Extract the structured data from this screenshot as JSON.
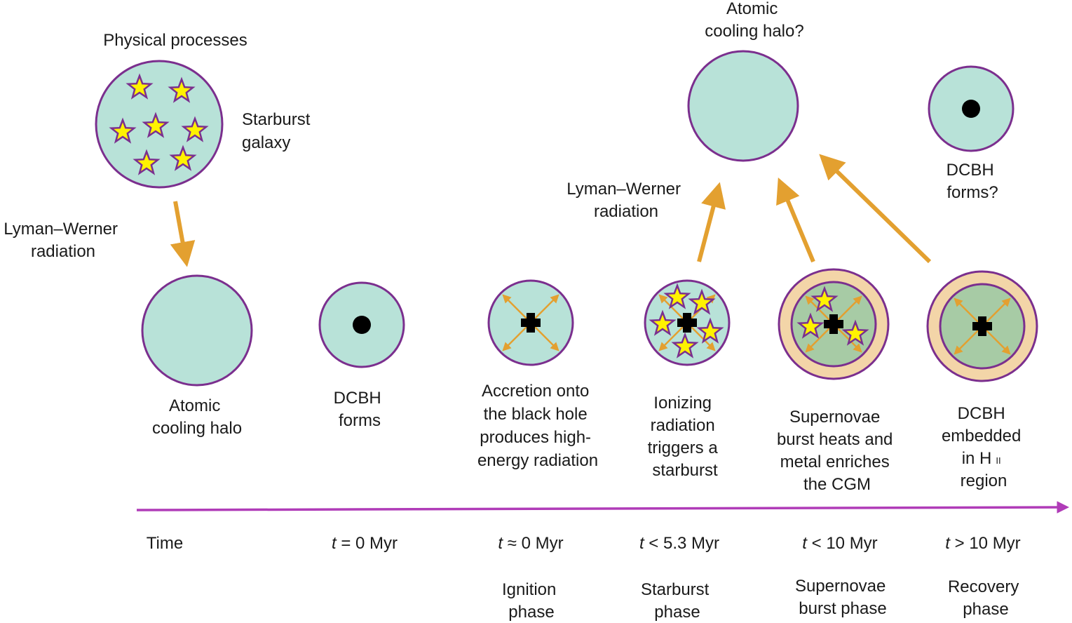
{
  "colors": {
    "halo_fill": "#b8e2d8",
    "halo_stroke": "#7b2f8e",
    "enriched_fill": "#a7cba5",
    "hii_shell": "#f3d5a8",
    "arrow": "#e3a030",
    "timeline": "#b03cb8",
    "star_fill": "#fff200",
    "star_stroke": "#7b2f8e",
    "black_hole": "#000000"
  },
  "top": {
    "physical_processes": "Physical processes",
    "starburst_galaxy": [
      "Starburst",
      "galaxy"
    ],
    "lw_left": [
      "Lyman–Werner",
      "radiation"
    ],
    "lw_mid": [
      "Lyman–Werner",
      "radiation"
    ],
    "atomic_top": [
      "Atomic",
      "cooling halo?"
    ],
    "dcbh_top": [
      "DCBH",
      "forms?"
    ]
  },
  "stages": [
    {
      "desc": [
        "Atomic",
        "cooling halo"
      ],
      "time_label": "Time",
      "time_var": "",
      "time_rel": "",
      "time_value": "",
      "phase": []
    },
    {
      "desc": [
        "DCBH",
        "forms"
      ],
      "time_label": "",
      "time_var": "t",
      "time_rel": " = ",
      "time_value": "0 Myr",
      "phase": []
    },
    {
      "desc": [
        "Accretion onto",
        "the black hole",
        "produces high-",
        "energy radiation"
      ],
      "time_label": "",
      "time_var": "t",
      "time_rel": " ≈ ",
      "time_value": "0 Myr",
      "phase": [
        "Ignition",
        "phase"
      ]
    },
    {
      "desc": [
        "Ionizing",
        "radiation",
        "triggers a",
        "starburst"
      ],
      "time_label": "",
      "time_var": "t",
      "time_rel": " < ",
      "time_value": "5.3 Myr",
      "phase": [
        "Starburst",
        "phase"
      ]
    },
    {
      "desc": [
        "Supernovae",
        "burst heats and",
        "metal enriches",
        "the CGM"
      ],
      "time_label": "",
      "time_var": "t",
      "time_rel": " < ",
      "time_value": "10 Myr",
      "phase": [
        "Supernovae",
        "burst phase"
      ]
    },
    {
      "desc": [
        "DCBH",
        "embedded",
        "in H",
        "region"
      ],
      "desc_suffix": "II",
      "time_label": "",
      "time_var": "t",
      "time_rel": " > ",
      "time_value": "10 Myr",
      "phase": [
        "Recovery",
        "phase"
      ]
    }
  ]
}
